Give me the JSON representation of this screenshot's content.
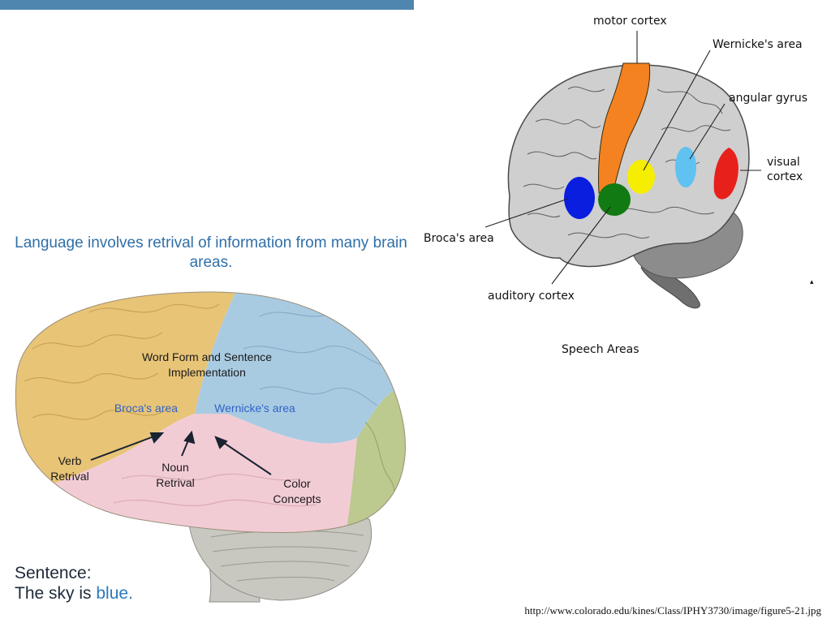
{
  "left_figure": {
    "title": "Language involves retrival of information from many brain areas.",
    "labels": {
      "word_form": "Word Form and Sentence Implementation",
      "broca": "Broca's area",
      "wernicke": "Wernicke's area",
      "verb": "Verb Retrival",
      "noun": "Noun Retrival",
      "color": "Color Concepts"
    },
    "sentence_heading": "Sentence:",
    "sentence_prefix": "The sky is",
    "sentence_highlight": "blue."
  },
  "right_figure": {
    "labels": {
      "motor_cortex": "motor cortex",
      "wernicke": "Wernicke's area",
      "angular_gyrus": "angular gyrus",
      "visual_cortex": "visual cortex",
      "broca": "Broca's area",
      "auditory_cortex": "auditory cortex"
    },
    "caption": "Speech Areas"
  },
  "source_url": "http://www.colorado.edu/kines/Class/IPHY3730/image/figure5-21.jpg",
  "colors": {
    "top_bar": "#4f86b0",
    "frontal_lobe": "#e8c477",
    "parietal_lobe": "#a9cbe2",
    "temporal_lobe": "#f2ccd5",
    "occipital_lobe": "#bcc98f",
    "cerebellum": "#c8c8c0",
    "motor_cortex": "#f58220",
    "wernicke_area": "#f5ee00",
    "angular_gyrus": "#5fc2f0",
    "visual_cortex": "#e8201c",
    "broca_area": "#0a1ee0",
    "auditory_cortex": "#127a12",
    "brain_gray": "#cfcfcf"
  }
}
